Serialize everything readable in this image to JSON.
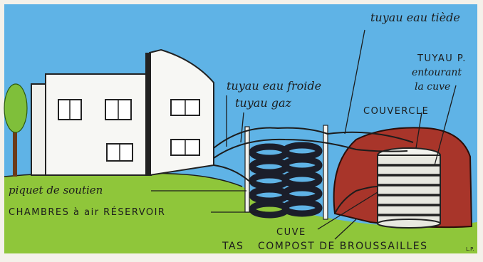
{
  "colors": {
    "sky": "#5fb3e6",
    "grass": "#8fc63a",
    "house": "#f7f7f4",
    "compost": "#a8352a",
    "coil": "#1b1e2a",
    "tank": "#e8e8e0",
    "ink": "#1c1c1c"
  },
  "labels": {
    "tuyau_tiede": "tuyau eau tiède",
    "tuyau_p": "TUYAU P.",
    "entourant": "entourant",
    "la_cuve": "la cuve",
    "couvercle": "COUVERCLE",
    "tuyau_froide": "tuyau eau froide",
    "tuyau_gaz": "tuyau gaz",
    "piquet": "piquet de soutien",
    "chambres": "CHAMBRES à air RÉSERVOIR",
    "cuve": "CUVE",
    "tas": "TAS",
    "compost": "COMPOST DE BROUSSAILLES",
    "signature": "L.P."
  }
}
